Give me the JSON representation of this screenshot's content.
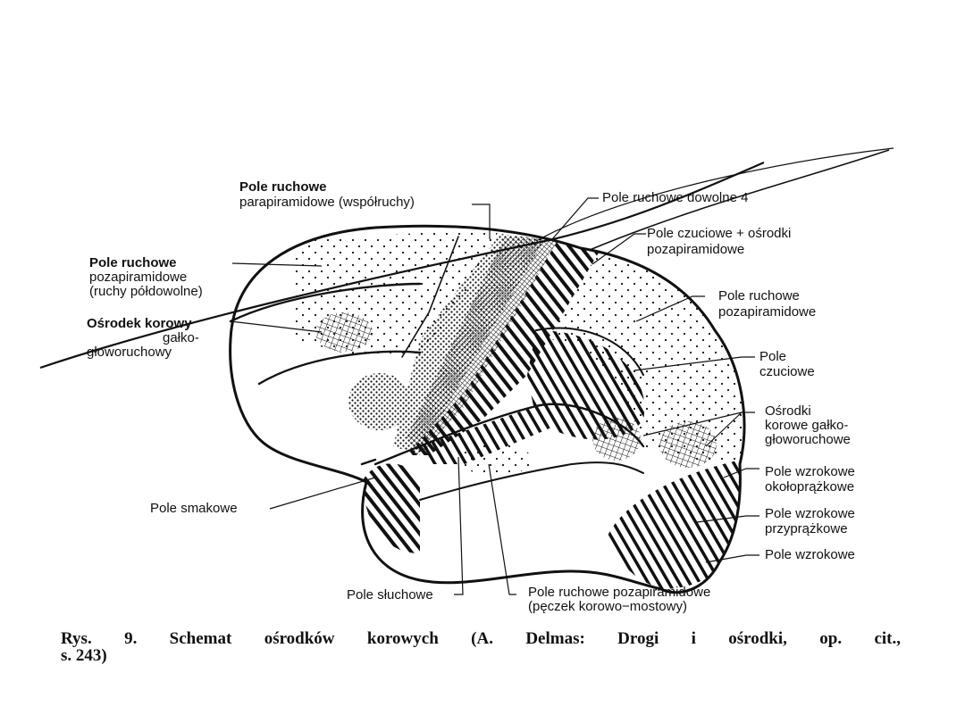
{
  "figure": {
    "labels": {
      "parapyramidal_title": "Pole ruchowe",
      "parapyramidal_sub": "parapiramidowe (współruchy)",
      "extrapyramidal_left_1": "Pole ruchowe",
      "extrapyramidal_left_2": "pozapiramidowe",
      "extrapyramidal_left_3": "(ruchy półdowolne)",
      "eye_head_center_1": "Ośrodek korowy",
      "eye_head_center_2": "gałko-",
      "eye_head_center_3": "głoworuchowy",
      "voluntary_motor": "Pole ruchowe dowolne 4",
      "sensory_plus_1": "Pole czuciowe + ośrodki",
      "sensory_plus_2": "pozapiramidowe",
      "extrapyramidal_right_1": "Pole ruchowe",
      "extrapyramidal_right_2": "pozapiramidowe",
      "sensory_1": "Pole",
      "sensory_2": "czuciowe",
      "eye_head_centers_1": "Ośrodki",
      "eye_head_centers_2": "korowe gałko-",
      "eye_head_centers_3": "głoworuchowe",
      "visual_peristriate_1": "Pole wzrokowe",
      "visual_peristriate_2": "okołoprążkowe",
      "visual_parastriate_1": "Pole wzrokowe",
      "visual_parastriate_2": "przyprążkowe",
      "visual": "Pole wzrokowe",
      "gustatory": "Pole smakowe",
      "auditory": "Pole słuchowe",
      "corticopontine_1": "Pole ruchowe pozapiramidowe",
      "corticopontine_2": "(pęczek korowo−mostowy)"
    },
    "caption": {
      "words": [
        "Rys.",
        "9.",
        "Schemat",
        "ośrodków",
        "korowych",
        "(A.",
        "Delmas:",
        "Drogi",
        "i",
        "ośrodki,",
        "op.",
        "cit.,"
      ],
      "line2": "s. 243)"
    }
  }
}
